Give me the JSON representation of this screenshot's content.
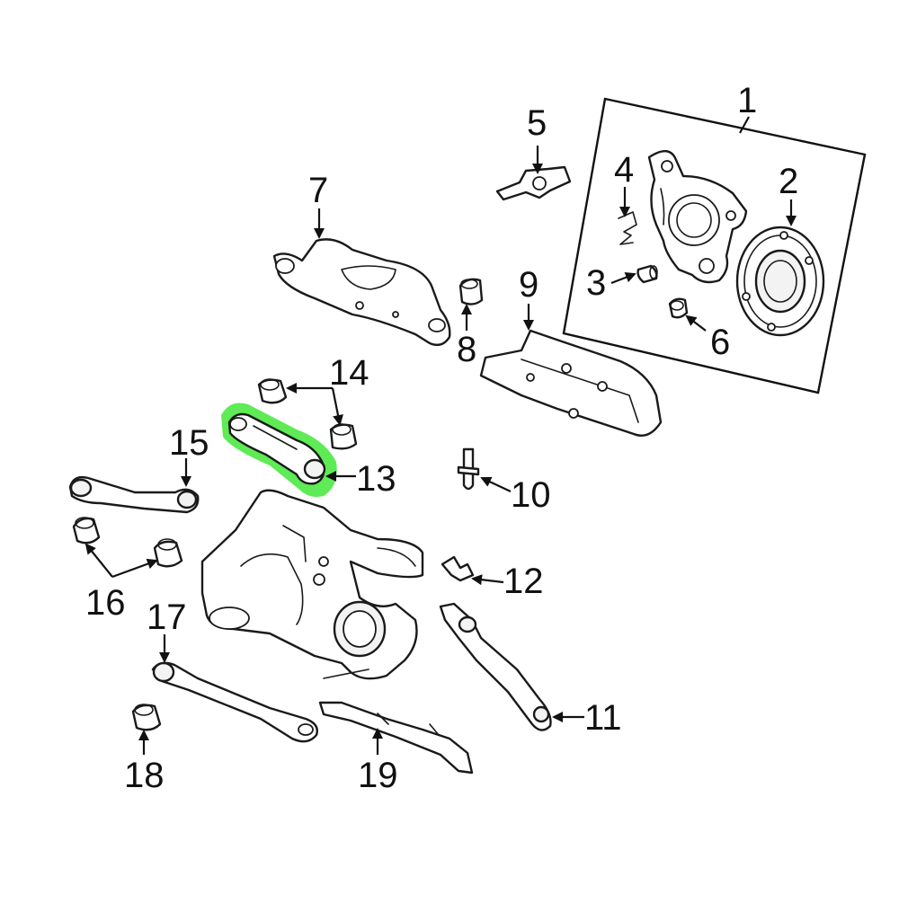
{
  "diagram": {
    "highlight_color": "#36e62a",
    "highlighted_part": "13",
    "callouts": [
      "1",
      "2",
      "3",
      "4",
      "5",
      "6",
      "7",
      "8",
      "9",
      "10",
      "11",
      "12",
      "13",
      "14",
      "15",
      "16",
      "17",
      "18",
      "19"
    ]
  }
}
